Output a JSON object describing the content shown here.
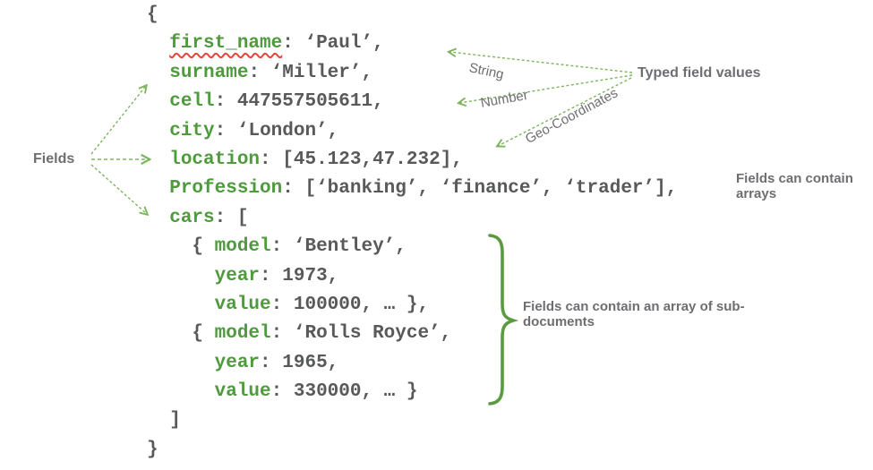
{
  "colors": {
    "key_green": "#4e9b3d",
    "value_gray": "#58595a",
    "annotation_gray": "#6d6e71",
    "arrow_green": "#7db55e",
    "brace_green": "#5b9b3f",
    "squiggle_red": "#e8453c",
    "background": "#ffffff"
  },
  "code": {
    "lines": [
      [
        {
          "role": "plain",
          "text": "{"
        }
      ],
      [
        {
          "role": "plain",
          "text": "  "
        },
        {
          "role": "key",
          "text": "first_name",
          "squiggle": true
        },
        {
          "role": "plain",
          "text": ": "
        },
        {
          "role": "value",
          "text": "‘Paul’,"
        }
      ],
      [
        {
          "role": "plain",
          "text": "  "
        },
        {
          "role": "key",
          "text": "surname"
        },
        {
          "role": "plain",
          "text": ": "
        },
        {
          "role": "value",
          "text": "‘Miller’,"
        }
      ],
      [
        {
          "role": "plain",
          "text": "  "
        },
        {
          "role": "key",
          "text": "cell"
        },
        {
          "role": "plain",
          "text": ": "
        },
        {
          "role": "value",
          "text": "447557505611,"
        }
      ],
      [
        {
          "role": "plain",
          "text": "  "
        },
        {
          "role": "key",
          "text": "city"
        },
        {
          "role": "plain",
          "text": ": "
        },
        {
          "role": "value",
          "text": "‘London’,"
        }
      ],
      [
        {
          "role": "plain",
          "text": "  "
        },
        {
          "role": "key",
          "text": "location"
        },
        {
          "role": "plain",
          "text": ": "
        },
        {
          "role": "value",
          "text": "[45.123,47.232],"
        }
      ],
      [
        {
          "role": "plain",
          "text": "  "
        },
        {
          "role": "key",
          "text": "Profession"
        },
        {
          "role": "plain",
          "text": ": "
        },
        {
          "role": "value",
          "text": "[‘banking’, ‘finance’, ‘trader’],"
        }
      ],
      [
        {
          "role": "plain",
          "text": "  "
        },
        {
          "role": "key",
          "text": "cars"
        },
        {
          "role": "plain",
          "text": ": "
        },
        {
          "role": "value",
          "text": "["
        }
      ],
      [
        {
          "role": "plain",
          "text": "    { "
        },
        {
          "role": "key",
          "text": "model"
        },
        {
          "role": "plain",
          "text": ": "
        },
        {
          "role": "value",
          "text": "‘Bentley’,"
        }
      ],
      [
        {
          "role": "plain",
          "text": "      "
        },
        {
          "role": "key",
          "text": "year"
        },
        {
          "role": "plain",
          "text": ": "
        },
        {
          "role": "value",
          "text": "1973,"
        }
      ],
      [
        {
          "role": "plain",
          "text": "      "
        },
        {
          "role": "key",
          "text": "value"
        },
        {
          "role": "plain",
          "text": ": "
        },
        {
          "role": "value",
          "text": "100000, … },"
        }
      ],
      [
        {
          "role": "plain",
          "text": "    { "
        },
        {
          "role": "key",
          "text": "model"
        },
        {
          "role": "plain",
          "text": ": "
        },
        {
          "role": "value",
          "text": "‘Rolls Royce’,"
        }
      ],
      [
        {
          "role": "plain",
          "text": "      "
        },
        {
          "role": "key",
          "text": "year"
        },
        {
          "role": "plain",
          "text": ": "
        },
        {
          "role": "value",
          "text": "1965,"
        }
      ],
      [
        {
          "role": "plain",
          "text": "      "
        },
        {
          "role": "key",
          "text": "value"
        },
        {
          "role": "plain",
          "text": ": "
        },
        {
          "role": "value",
          "text": "330000, … }"
        }
      ],
      [
        {
          "role": "plain",
          "text": "  ]"
        }
      ],
      [
        {
          "role": "plain",
          "text": "}"
        }
      ]
    ]
  },
  "annotations": {
    "fields": "Fields",
    "string": "String",
    "number": "Number",
    "geo": "Geo-Coordinates",
    "typed": "Typed field values",
    "arrays": "Fields can contain arrays",
    "subdocs": "Fields can contain an array of sub-documents"
  }
}
